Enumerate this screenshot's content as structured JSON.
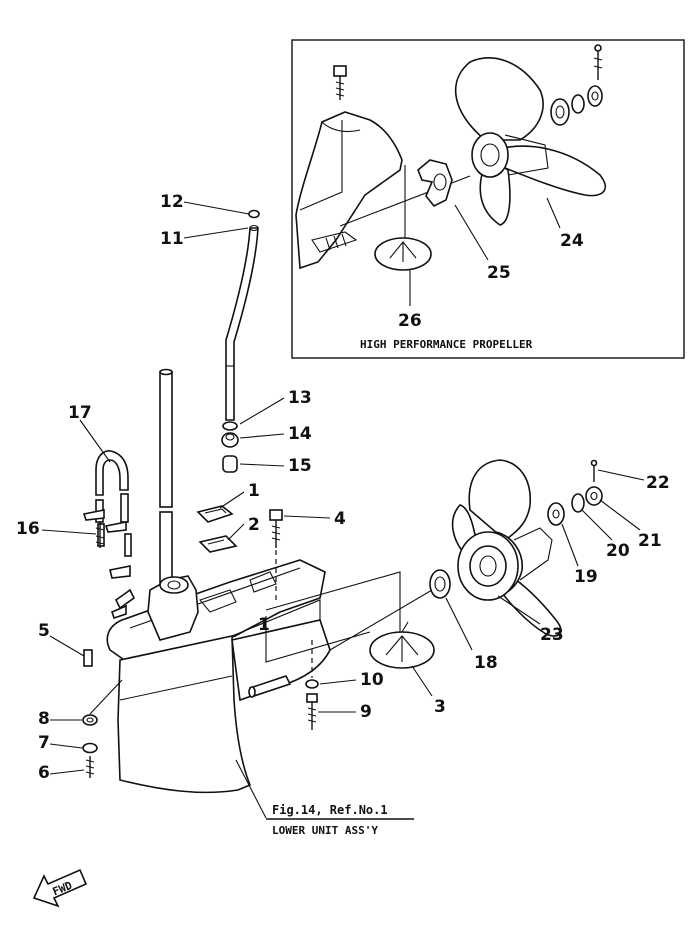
{
  "inset": {
    "caption": "HIGH PERFORMANCE PROPELLER"
  },
  "reference": {
    "line1": "Fig.14, Ref.No.1",
    "line2": "LOWER UNIT ASS'Y"
  },
  "fwd_label": "FWD",
  "callouts": {
    "c1": "1",
    "c2": "2",
    "c3": "3",
    "c4": "4",
    "c5": "5",
    "c6": "6",
    "c7": "7",
    "c8": "8",
    "c9": "9",
    "c10": "10",
    "c11": "11",
    "c12": "12",
    "c13": "13",
    "c14": "14",
    "c15": "15",
    "c16": "16",
    "c17": "17",
    "c18": "18",
    "c19": "19",
    "c20": "20",
    "c21": "21",
    "c22": "22",
    "c23": "23",
    "c24": "24",
    "c25": "25",
    "c26": "26",
    "c1b": "1"
  }
}
